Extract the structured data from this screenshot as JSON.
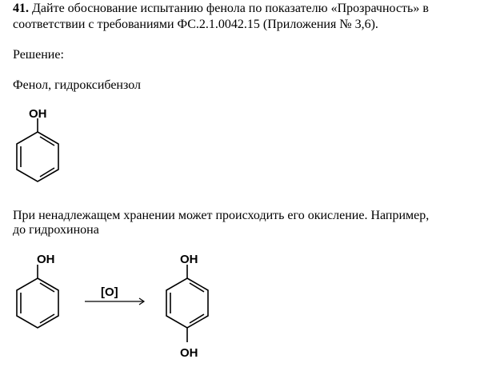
{
  "question": {
    "number": "41.",
    "line1": "Дайте обоснование испытанию фенола по показателю «Прозрачность» в",
    "line2": "соответствии с требованиями ФС.2.1.0042.15 (Приложения № 3,6)."
  },
  "solution_label": "Решение:",
  "compound_name": "Фенол, гидроксибензол",
  "structures": {
    "phenol_oh": "OH",
    "reactant_oh": "OH",
    "product_oh_top": "OH",
    "product_oh_bottom": "OH",
    "reagent": "[O]"
  },
  "oxidation_text": {
    "line1": "При ненадлежащем хранении может происходить его окисление. Например,",
    "line2": "до гидрохинона"
  }
}
